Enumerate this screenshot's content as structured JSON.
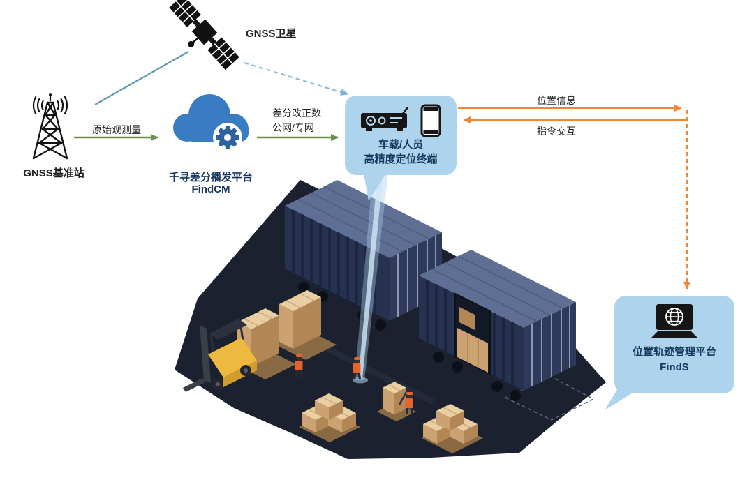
{
  "labels": {
    "satellite": "GNSS卫星",
    "base_station": "GNSS基准站",
    "cloud_platform_line1": "千寻差分播发平台",
    "cloud_platform_line2": "FindCM",
    "raw_observation": "原始观测量",
    "correction_line1": "差分改正数",
    "correction_line2": "公网/专网",
    "terminal_line1": "车载/人员",
    "terminal_line2": "高精度定位终端",
    "position_info": "位置信息",
    "command_interaction": "指令交互",
    "platform_line1": "位置轨迹管理平台",
    "platform_line2": "FindS"
  },
  "colors": {
    "bubble_bg": "#aed3ec",
    "navy_text": "#17365d",
    "green_arrow": "#6b8e4e",
    "orange_arrow": "#ef8636",
    "teal_line": "#5b9aa9",
    "blue_dash": "#7ab3d9",
    "cloud_blue": "#3a7cc2",
    "cloud_gear": "#2d629f",
    "ground_dark": "#1b212e"
  }
}
